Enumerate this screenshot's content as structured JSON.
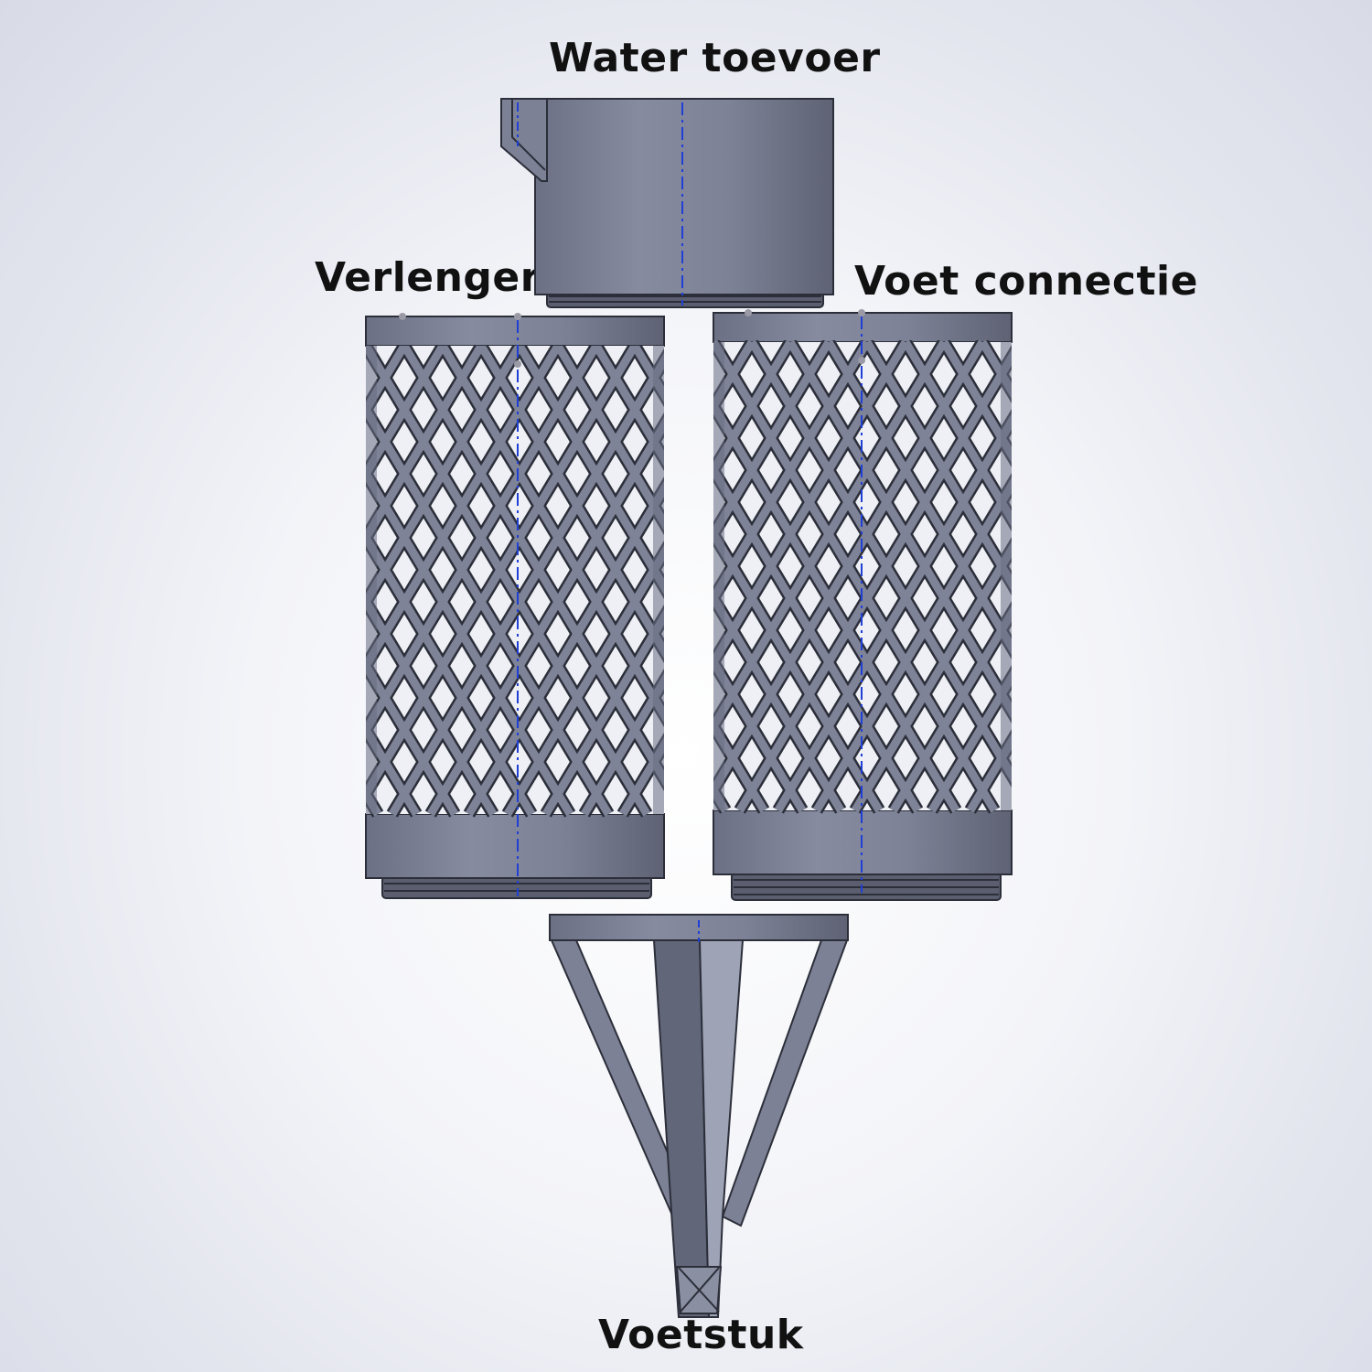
{
  "labels": {
    "water_toevoer": "Water toevoer",
    "verlenger": "Verlenger",
    "voet_connectie": "Voet connectie",
    "voetstuk": "Voetstuk"
  },
  "colors": {
    "part_light": "#8d92a6",
    "part_mid": "#7a7f93",
    "part_dark": "#5b5f70",
    "edge": "#2c2f3a",
    "axis": "#1f3fd6"
  }
}
